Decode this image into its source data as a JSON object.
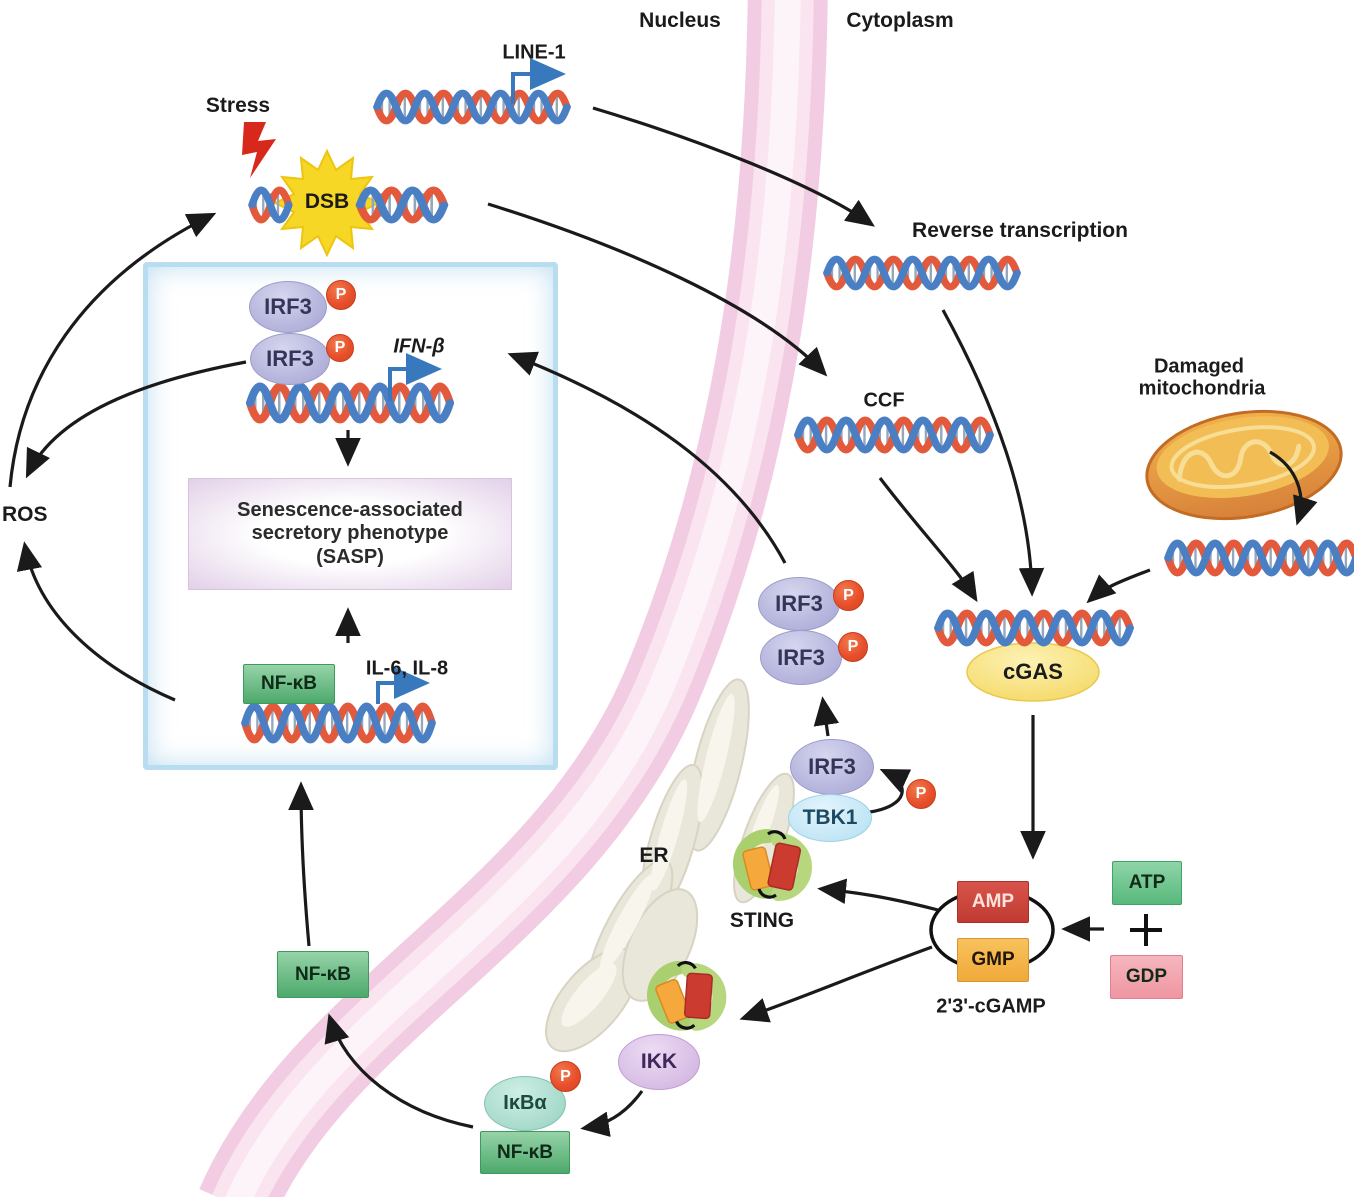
{
  "regions": {
    "nucleus": "Nucleus",
    "cytoplasm": "Cytoplasm",
    "er": "ER"
  },
  "labels": {
    "line1": "LINE-1",
    "stress": "Stress",
    "dsb": "DSB",
    "ros": "ROS",
    "reverse_transcription": "Reverse transcription",
    "ccf": "CCF",
    "damaged_mito_1": "Damaged",
    "damaged_mito_2": "mitochondria",
    "ifn_beta": "IFN-β",
    "il6_il8": "IL-6, IL-8",
    "sasp_1": "Senescence-associated",
    "sasp_2": "secretory phenotype",
    "sasp_3": "(SASP)",
    "sting": "STING",
    "cgamp": "2'3'-cGAMP",
    "plus": "+"
  },
  "molecules": {
    "irf3": "IRF3",
    "phospho": "P",
    "tbk1": "TBK1",
    "nfkb": "NF-κB",
    "ikba": "IκBα",
    "ikk": "IKK",
    "cgas": "cGAS",
    "amp": "AMP",
    "gmp": "GMP",
    "atp": "ATP",
    "gdp": "GDP"
  },
  "colors": {
    "membrane_pink": "#f2cce2",
    "nucleus_box_blue": "#b8dcf0",
    "sasp_purple": "#e2d0e8",
    "nfkb_green": "#57b074",
    "phospho_orange": "#e8502c",
    "irf3_purple": "#b7b7de",
    "tbk1_blue": "#c4e7f6",
    "ikba_teal": "#aadccd",
    "ikk_purple": "#d9bfe5",
    "cgas_yellow": "#f5d75a",
    "amp_red": "#c8413a",
    "gmp_amber": "#f2ad3e",
    "atp_green": "#6cc38b",
    "gdp_pink": "#f2a1ab",
    "dna_blue": "#4b7fc4",
    "dna_red": "#e2593c",
    "dsb_yellow": "#f7d725",
    "mito_orange": "#e8963f",
    "er_beige": "#e9e6da",
    "sting_green": "#a9cf6e",
    "arrow_black": "#1a1a1a",
    "transcription_blue": "#3879bd"
  }
}
